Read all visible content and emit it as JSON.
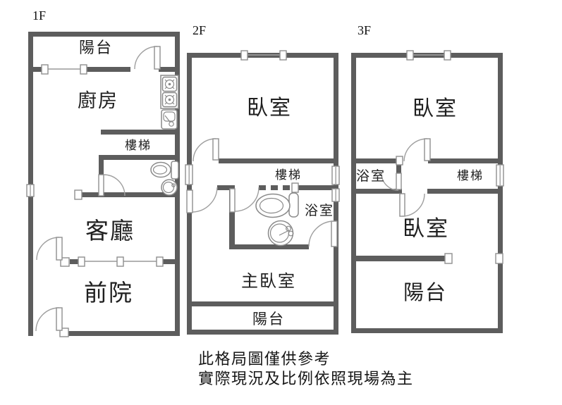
{
  "floors": [
    {
      "label": "1F",
      "rooms": {
        "balcony": "陽台",
        "kitchen": "廚房",
        "stairs": "樓梯",
        "living_room": "客廳",
        "front_yard": "前院"
      }
    },
    {
      "label": "2F",
      "rooms": {
        "bedroom": "臥室",
        "stairs": "樓梯",
        "bathroom": "浴室",
        "master_bedroom": "主臥室",
        "balcony": "陽台"
      }
    },
    {
      "label": "3F",
      "rooms": {
        "bedroom_upper": "臥室",
        "bathroom": "浴室",
        "stairs": "樓梯",
        "bedroom_lower": "臥室",
        "balcony": "陽台"
      }
    }
  ],
  "disclaimer": {
    "line1": "此格局圖僅供參考",
    "line2": "實際現況及比例依照現場為主"
  },
  "colors": {
    "wall": "#5d5d5d",
    "line_art": "#9a9a9a",
    "text": "#1f1f1f",
    "background": "#ffffff"
  },
  "icons": [
    "stove-icon",
    "kitchen-sink-icon",
    "toilet-icon",
    "wash-basin-icon"
  ]
}
